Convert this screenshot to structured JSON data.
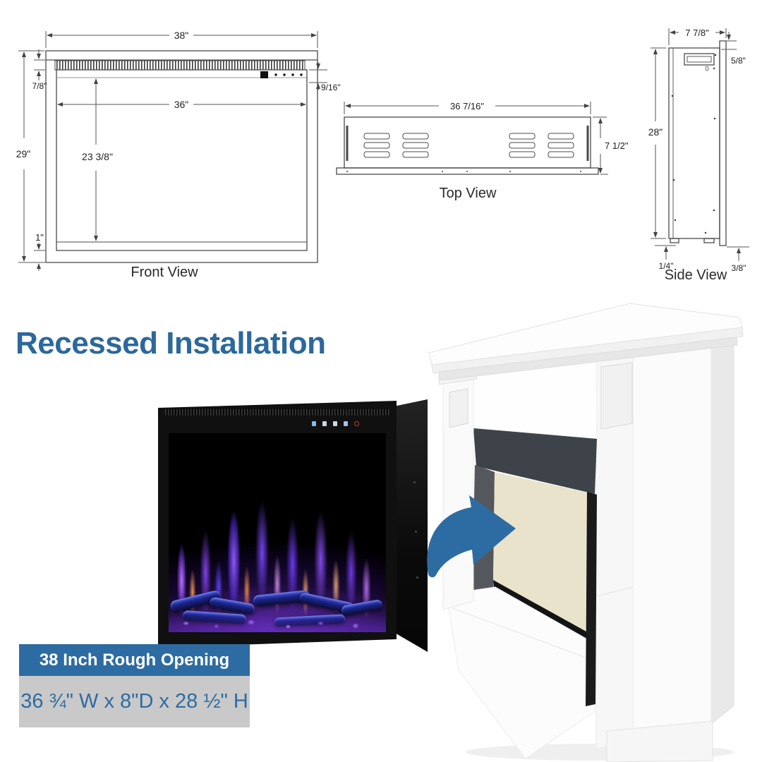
{
  "heading": {
    "text": "Recessed Installation"
  },
  "views": {
    "front": {
      "label": "Front View",
      "overall_width": "38\"",
      "overall_height": "29\"",
      "opening_width": "36\"",
      "opening_height": "23 3/8\"",
      "grille_height": "7/8\"",
      "control_offset": "9/16\"",
      "bottom_lip": "1\""
    },
    "top": {
      "label": "Top View",
      "width": "36 7/16\"",
      "depth": "7 1/2\""
    },
    "side": {
      "label": "Side View",
      "depth": "7 7/8\"",
      "flange_top": "5/8\"",
      "height": "28\"",
      "foot": "1/4\"",
      "flange_bottom": "3/8\""
    }
  },
  "banner": {
    "title": "38 Inch Rough Opening",
    "dimensions": "36 ¾\" W x 8\"D x 28 ½\" H"
  },
  "colors": {
    "accent_blue": "#2d6ca2",
    "heading_blue": "#2b689c",
    "banner_gray": "#c9c9c9",
    "drawing_line": "#4a4a4a",
    "mantel_header_charcoal": "#3e434a",
    "mantel_back_panel_beige": "#eae3cb",
    "flame_purple": "#8a50f0",
    "flame_orange": "#ff9a50",
    "log_blue": "#2b3bd6"
  },
  "insert_controls": [
    "mode-icon",
    "timer-icon",
    "temperature-icon",
    "brightness-icon",
    "power-icon"
  ]
}
